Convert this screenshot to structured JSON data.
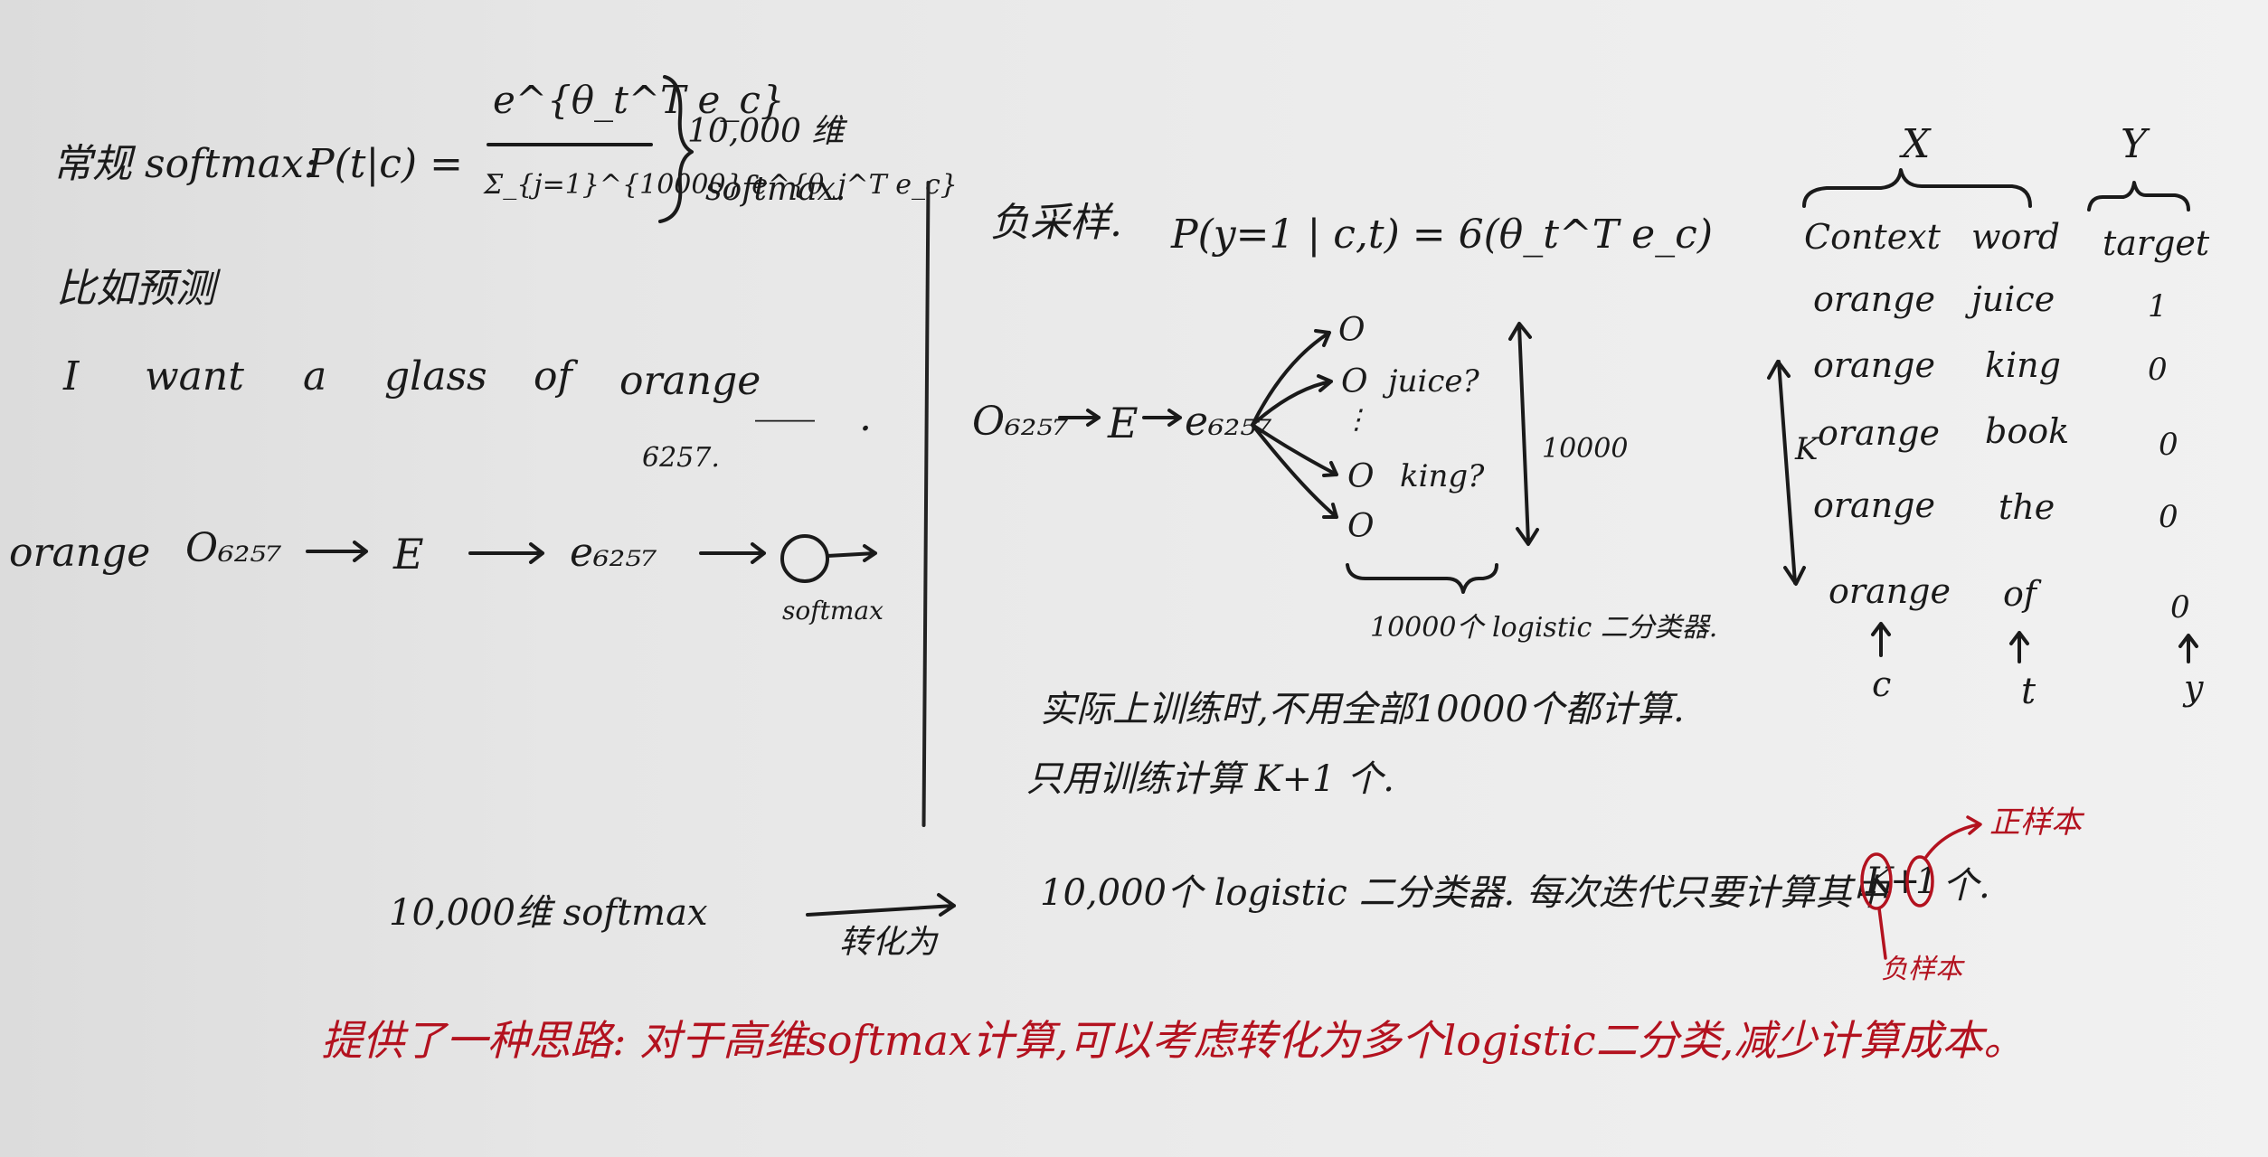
{
  "left": {
    "softmax_label": "常规 softmax:",
    "softmax_formula_lhs": "P(t|c) =",
    "numerator": "e^{θ_t^T e_c}",
    "denominator": "Σ_{j=1}^{10000} e^{θ_j^T e_c}",
    "brace_note_1": "10,000 维",
    "brace_note_2": "softmax.",
    "predict_label": "比如预测",
    "sentence": [
      "I",
      "want",
      "a",
      "glass",
      "of",
      "orange",
      "___",
      "."
    ],
    "orange_index": "6257.",
    "pipeline": {
      "word": "orange",
      "onehot": "O₆₂₅₇",
      "matrix": "E",
      "embedding": "e₆₂₅₇",
      "node_label": "softmax"
    }
  },
  "right": {
    "neg_sampling_label": "负采样.",
    "neg_formula": "P(y=1 | c,t) = 6(θ_t^T e_c)",
    "pipeline": {
      "onehot": "O₆₂₅₇",
      "matrix": "E",
      "embedding": "e₆₂₅₇"
    },
    "outputs": [
      "O",
      "O",
      "⋮",
      "O",
      "O"
    ],
    "output_tags": {
      "juice": "juice?",
      "king": "king?"
    },
    "count_side": "10000",
    "classifier_note": "10000个 logistic 二分类器.",
    "note_line_1": "实际上训练时,不用全部10000个都计算.",
    "note_line_2": "只用训练计算 K+1 个."
  },
  "table": {
    "x_label": "X",
    "y_label": "Y",
    "headers": [
      "Context",
      "word",
      "target"
    ],
    "rows": [
      [
        "orange",
        "juice",
        "1"
      ],
      [
        "orange",
        "king",
        "0"
      ],
      [
        "orange",
        "book",
        "0"
      ],
      [
        "orange",
        "the",
        "0"
      ],
      [
        "orange",
        "of",
        "0"
      ]
    ],
    "k_label": "K",
    "bottom_labels": [
      "c",
      "t",
      "y"
    ]
  },
  "bottom": {
    "left_text": "10,000维 softmax",
    "arrow_label": "转化为",
    "right_text": "10,000个 logistic 二分类器. 每次迭代只要计算其中",
    "kplus1_k": "K",
    "kplus1_plus": "+",
    "kplus1_1": "1",
    "kplus1_end": "个.",
    "positive_sample": "正样本",
    "negative_sample": "负样本",
    "conclusion": "提供了一种思路: 对于高维softmax计算,可以考虑转化为多个logistic二分类,减少计算成本。"
  },
  "colors": {
    "ink": "#1a1a1a",
    "red_ink": "#b3121f",
    "paper": "#e8e8e8"
  }
}
